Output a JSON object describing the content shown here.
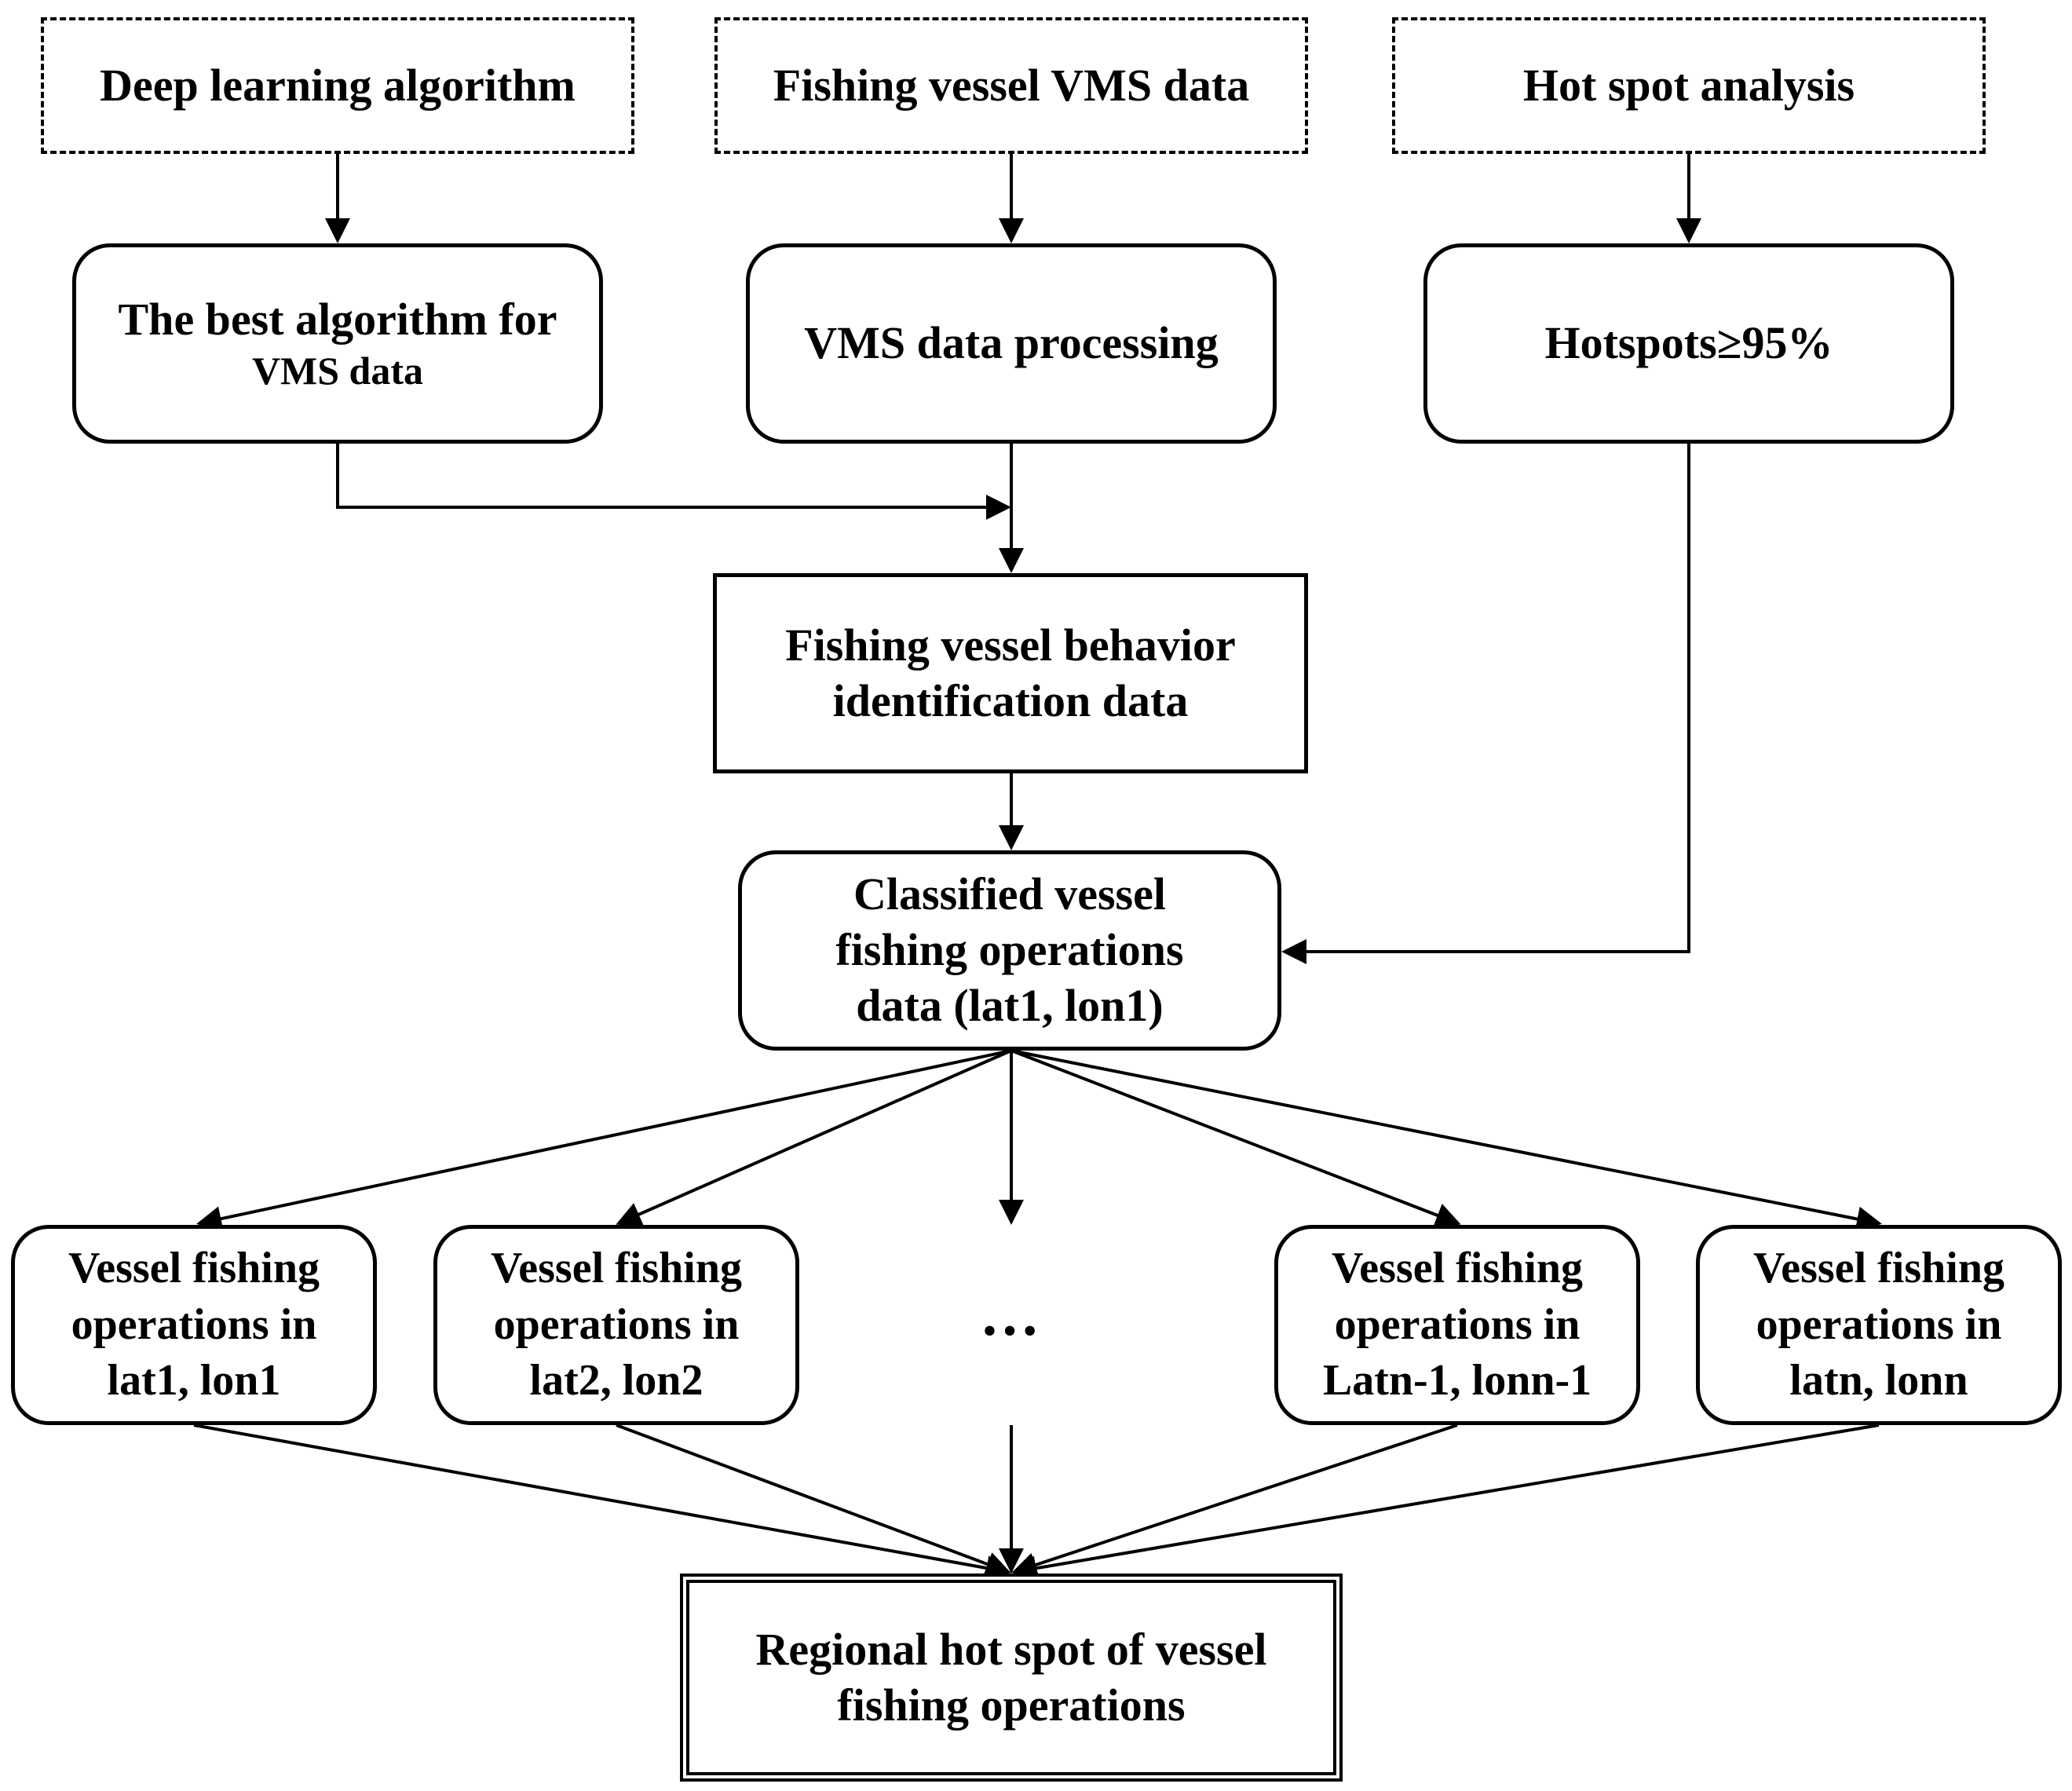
{
  "inputs": {
    "deep_learning": "Deep learning algorithm",
    "vms_data": "Fishing vessel VMS data",
    "hot_spot": "Hot spot analysis"
  },
  "steps": {
    "best_algorithm": [
      "The best algorithm for",
      "VMS data"
    ],
    "vms_processing": "VMS data processing",
    "hotspots": "Hotspots≥95%",
    "behavior": [
      "Fishing vessel behavior",
      "identification data"
    ],
    "classified": [
      "Classified vessel",
      "fishing operations",
      "data (lat1, lon1)"
    ]
  },
  "locations": [
    [
      "Vessel fishing",
      "operations in",
      "lat1, lon1"
    ],
    [
      "Vessel fishing",
      "operations in",
      "lat2, lon2"
    ],
    [
      "Vessel fishing",
      "operations in",
      "Latn-1, lonn-1"
    ],
    [
      "Vessel fishing",
      "operations in",
      "latn, lonn"
    ]
  ],
  "ellipsis": "…",
  "result": [
    "Regional hot spot of vessel",
    "fishing operations"
  ]
}
